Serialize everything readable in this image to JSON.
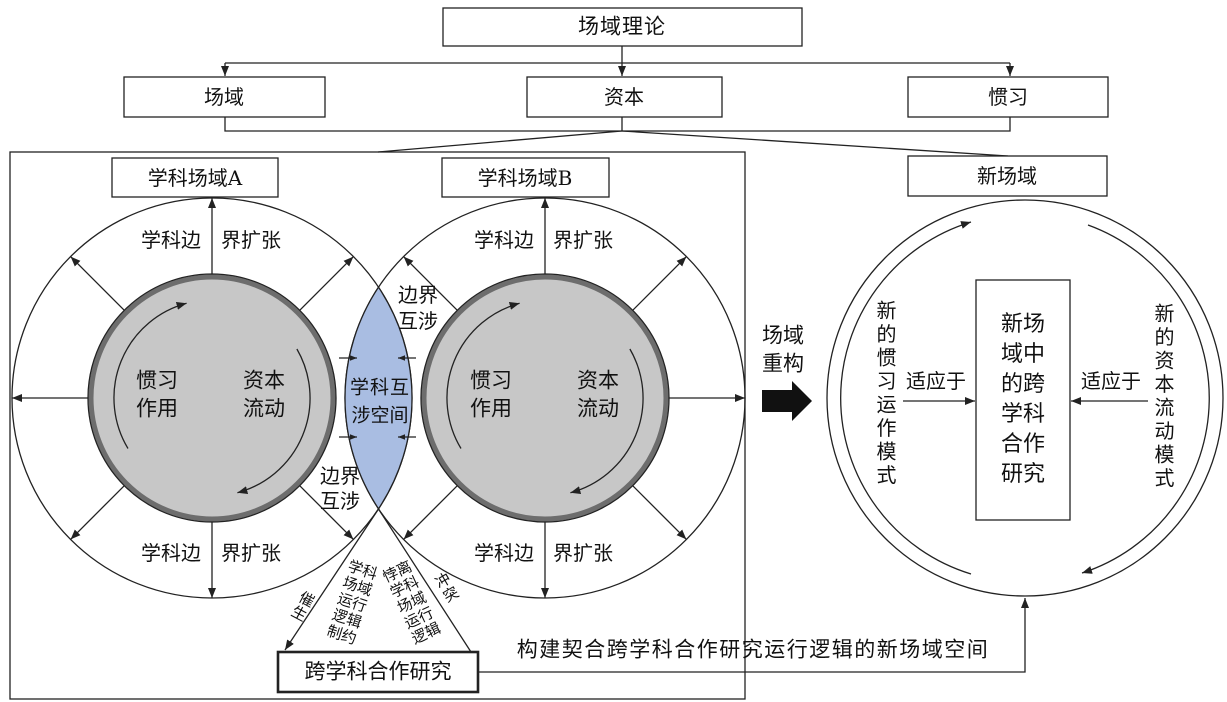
{
  "theory": {
    "title": "场域理论",
    "field": "场域",
    "capital": "资本",
    "habitus": "惯习"
  },
  "field_a": {
    "title": "学科场域A",
    "expansion_top": [
      "学科边",
      "界扩张"
    ],
    "expansion_bottom": [
      "学科边",
      "界扩张"
    ],
    "habitus": [
      "惯习",
      "作用"
    ],
    "capital": [
      "资本",
      "流动"
    ]
  },
  "field_b": {
    "title": "学科场域B",
    "expansion_top": [
      "学科边",
      "界扩张"
    ],
    "expansion_bottom": [
      "学科边",
      "界扩张"
    ],
    "habitus": [
      "惯习",
      "作用"
    ],
    "capital": [
      "资本",
      "流动"
    ]
  },
  "overlap": {
    "space": [
      "学科互",
      "涉空间"
    ],
    "boundary_top": [
      "边界",
      "互涉"
    ],
    "boundary_bottom": [
      "边界",
      "互涉"
    ]
  },
  "reconstruct": [
    "场域",
    "重构"
  ],
  "new_field": {
    "title": "新场域",
    "core": [
      "新场",
      "域中",
      "的跨",
      "学科",
      "合作",
      "研究"
    ],
    "habitus_mode": "新的惯习运作模式",
    "capital_mode": "新的资本流动模式",
    "adapt_left": "适应于",
    "adapt_right": "适应于"
  },
  "outcome": {
    "box": "跨学科合作研究",
    "spawn": "催生",
    "constraint": [
      "学科",
      "场域",
      "运行",
      "逻辑",
      "制约"
    ],
    "deviation": [
      "悖离",
      "学科",
      "场域",
      "运行",
      "逻辑"
    ],
    "conflict": "冲突",
    "construct": "构建契合跨学科合作研究运行逻辑的新场域空间"
  },
  "colors": {
    "overlap_fill": "#a9bde2",
    "inner_fill": "#c7c7c7",
    "inner_ring": "#6d6d6d"
  }
}
